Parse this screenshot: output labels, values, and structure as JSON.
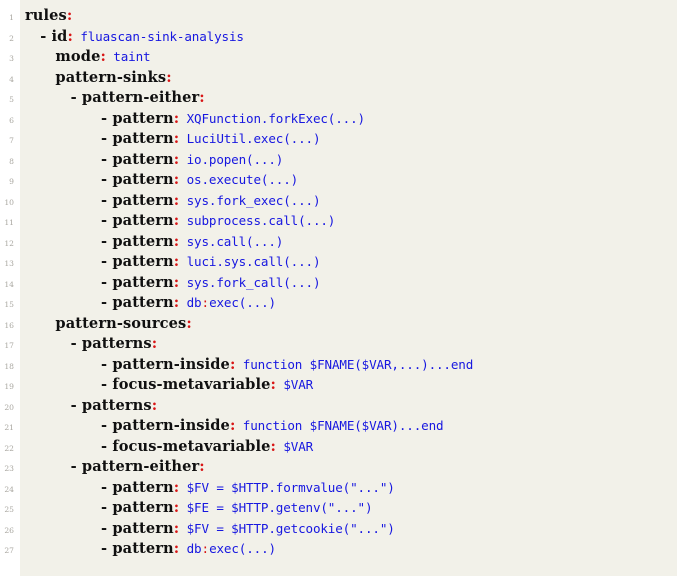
{
  "document": {
    "type": "code-listing",
    "language": "yaml",
    "title": "fluascan-sink-analysis semgrep rule",
    "background_color": "#f2f1e9",
    "page_background": "#ffffff",
    "key_color": "#101010",
    "colon_color": "#d81414",
    "value_color": "#1717e0",
    "lineno_color": "#a9a7a0",
    "first_line_number": 1,
    "last_line_number": 27,
    "total_lines": 27
  },
  "lines": [
    {
      "no": "1",
      "indent": 0,
      "key": "rules",
      "colon": ":",
      "value": ""
    },
    {
      "no": "2",
      "indent": 2,
      "key": "- id",
      "colon": ":",
      "value": "fluascan-sink-analysis"
    },
    {
      "no": "3",
      "indent": 4,
      "key": "mode",
      "colon": ":",
      "value": "taint"
    },
    {
      "no": "4",
      "indent": 4,
      "key": "pattern-sinks",
      "colon": ":",
      "value": ""
    },
    {
      "no": "5",
      "indent": 6,
      "key": "- pattern-either",
      "colon": ":",
      "value": ""
    },
    {
      "no": "6",
      "indent": 10,
      "key": "- pattern",
      "colon": ":",
      "value": "XQFunction.forkExec(...)"
    },
    {
      "no": "7",
      "indent": 10,
      "key": "- pattern",
      "colon": ":",
      "value": "LuciUtil.exec(...)"
    },
    {
      "no": "8",
      "indent": 10,
      "key": "- pattern",
      "colon": ":",
      "value": "io.popen(...)"
    },
    {
      "no": "9",
      "indent": 10,
      "key": "- pattern",
      "colon": ":",
      "value": "os.execute(...)"
    },
    {
      "no": "10",
      "indent": 10,
      "key": "- pattern",
      "colon": ":",
      "value": "sys.fork_exec(...)"
    },
    {
      "no": "11",
      "indent": 10,
      "key": "- pattern",
      "colon": ":",
      "value": "subprocess.call(...)"
    },
    {
      "no": "12",
      "indent": 10,
      "key": "- pattern",
      "colon": ":",
      "value": "sys.call(...)"
    },
    {
      "no": "13",
      "indent": 10,
      "key": "- pattern",
      "colon": ":",
      "value": "luci.sys.call(...)"
    },
    {
      "no": "14",
      "indent": 10,
      "key": "- pattern",
      "colon": ":",
      "value": "sys.fork_call(...)"
    },
    {
      "no": "15",
      "indent": 10,
      "key": "- pattern",
      "colon": ":",
      "value": "db",
      "colon2": ":",
      "value2": "exec(...)"
    },
    {
      "no": "16",
      "indent": 4,
      "key": "pattern-sources",
      "colon": ":",
      "value": ""
    },
    {
      "no": "17",
      "indent": 6,
      "key": "- patterns",
      "colon": ":",
      "value": ""
    },
    {
      "no": "18",
      "indent": 10,
      "key": "- pattern-inside",
      "colon": ":",
      "value": "function $FNAME($VAR,...)...end"
    },
    {
      "no": "19",
      "indent": 10,
      "key": "- focus-metavariable",
      "colon": ":",
      "value": "$VAR"
    },
    {
      "no": "20",
      "indent": 6,
      "key": "- patterns",
      "colon": ":",
      "value": ""
    },
    {
      "no": "21",
      "indent": 10,
      "key": "- pattern-inside",
      "colon": ":",
      "value": "function $FNAME($VAR)...end"
    },
    {
      "no": "22",
      "indent": 10,
      "key": "- focus-metavariable",
      "colon": ":",
      "value": "$VAR"
    },
    {
      "no": "23",
      "indent": 6,
      "key": "- pattern-either",
      "colon": ":",
      "value": ""
    },
    {
      "no": "24",
      "indent": 10,
      "key": "- pattern",
      "colon": ":",
      "value": "$FV = $HTTP.formvalue(\"...\")"
    },
    {
      "no": "25",
      "indent": 10,
      "key": "- pattern",
      "colon": ":",
      "value": "$FE = $HTTP.getenv(\"...\")"
    },
    {
      "no": "26",
      "indent": 10,
      "key": "- pattern",
      "colon": ":",
      "value": "$FV = $HTTP.getcookie(\"...\")"
    },
    {
      "no": "27",
      "indent": 10,
      "key": "- pattern",
      "colon": ":",
      "value": "db",
      "colon2": ":",
      "value2": "exec(...)"
    }
  ]
}
